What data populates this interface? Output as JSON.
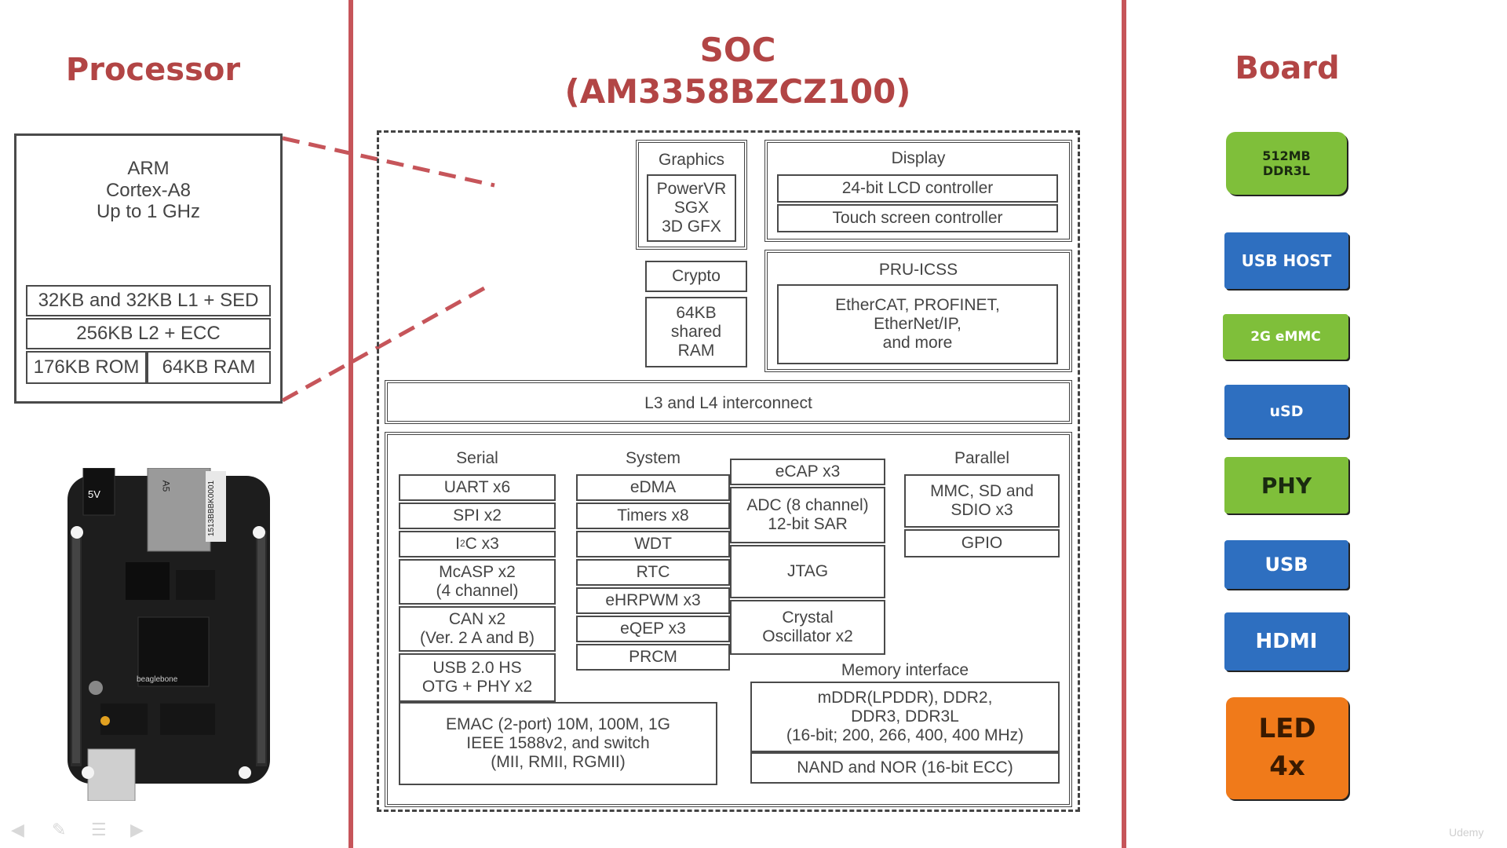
{
  "processor": {
    "title": "Processor",
    "core": "ARM\nCortex-A8\nUp to 1 GHz",
    "cache_l1": "32KB and 32KB L1 + SED",
    "cache_l2": "256KB L2  + ECC",
    "rom": "176KB ROM",
    "ram": "64KB RAM",
    "board_labels": {
      "power": "5V",
      "a5": "A5",
      "serial": "1513BBBK0001",
      "brand": "beaglebone"
    }
  },
  "soc": {
    "title_line1": "SOC",
    "title_line2": "(AM3358BZCZ100)",
    "graphics": {
      "label": "Graphics",
      "content": "PowerVR\nSGX\n3D GFX"
    },
    "display": {
      "label": "Display",
      "lcd": "24-bit LCD controller",
      "touch": "Touch screen controller"
    },
    "crypto": "Crypto",
    "shared_ram": "64KB\nshared\nRAM",
    "pru": {
      "label": "PRU-ICSS",
      "content": "EtherCAT, PROFINET,\nEtherNet/IP,\nand more"
    },
    "interconnect": "L3 and L4 interconnect",
    "serial": {
      "label": "Serial",
      "uart": "UART x6",
      "spi": "SPI x2",
      "i2c_base": "I",
      "i2c_sup": "2",
      "i2c_rest": "C x3",
      "mcasp": "McASP x2\n(4 channel)",
      "can": "CAN x2\n(Ver. 2 A and B)",
      "usb": "USB 2.0 HS\nOTG + PHY x2"
    },
    "system": {
      "label": "System",
      "edma": "eDMA",
      "timers": "Timers x8",
      "wdt": "WDT",
      "rtc": "RTC",
      "ehrpwm": "eHRPWM x3",
      "eqep": "eQEP x3",
      "prcm": "PRCM",
      "ecap": "eCAP x3",
      "adc": "ADC (8 channel)\n12-bit SAR",
      "jtag": "JTAG",
      "crystal": "Crystal\nOscillator x2"
    },
    "parallel": {
      "label": "Parallel",
      "mmc": "MMC, SD and\nSDIO x3",
      "gpio": "GPIO"
    },
    "emac": "EMAC (2-port) 10M, 100M, 1G\nIEEE 1588v2, and switch\n(MII, RMII, RGMII)",
    "memory": {
      "label": "Memory interface",
      "ddr": "mDDR(LPDDR), DDR2,\nDDR3, DDR3L\n(16-bit; 200, 266, 400, 400 MHz)",
      "nand": "NAND and NOR (16-bit ECC)"
    }
  },
  "board": {
    "title": "Board",
    "items": [
      {
        "label": "512MB\nDDR3L",
        "color": "#7fbf3a"
      },
      {
        "label": "USB HOST",
        "color": "#2e6fc0"
      },
      {
        "label": "2G eMMC",
        "color": "#7fbf3a"
      },
      {
        "label": "uSD",
        "color": "#2e6fc0"
      },
      {
        "label": "PHY",
        "color": "#7fbf3a"
      },
      {
        "label": "USB",
        "color": "#2e6fc0"
      },
      {
        "label": "HDMI",
        "color": "#2e6fc0"
      },
      {
        "label": "LED\n4x",
        "color": "#f07a1a"
      }
    ]
  },
  "watermark": "Udemy"
}
